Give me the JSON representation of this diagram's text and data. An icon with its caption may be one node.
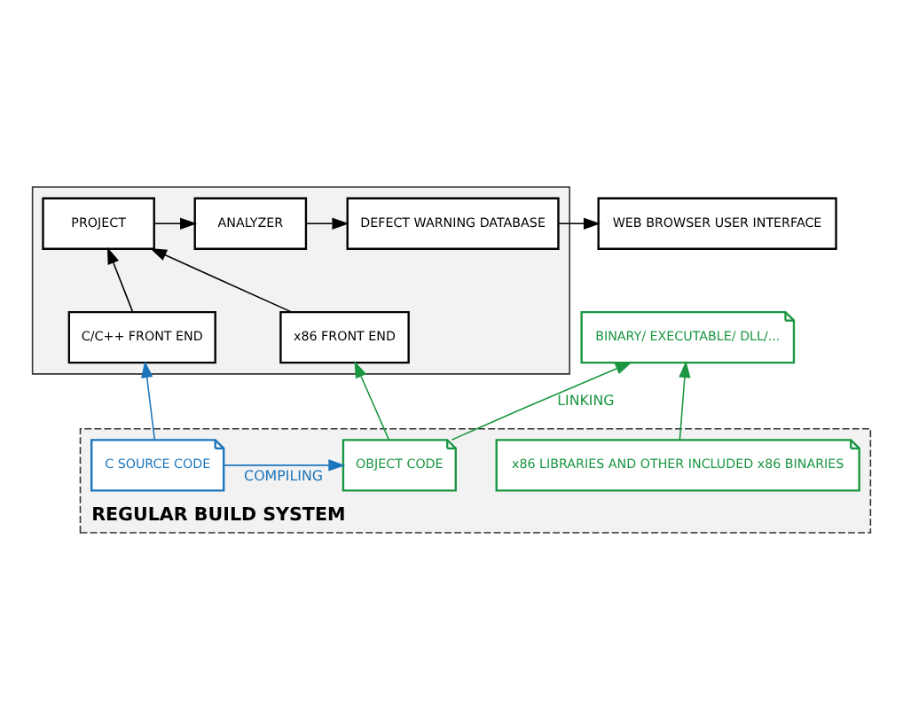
{
  "diagram": {
    "nodes": [
      {
        "text": [],
        "shape": "box"
      },
      {
        "text": [
          "PROJECT"
        ],
        "in": 0
      },
      {
        "text": [
          "ANALYZER"
        ],
        "in": 0
      },
      {
        "text": [
          "DEFECT WARNING DATABASE"
        ],
        "in": 0
      },
      {
        "text": [
          "WEB BROWSER USER INTERFACE"
        ]
      },
      {
        "text": [
          "C/C++ FRONT END"
        ],
        "in": 0
      },
      {
        "text": [
          "x86 FRONT END"
        ],
        "in": 0
      },
      {
        "text": [
          "REGULAR BUILD SYSTEM"
        ]
      },
      {
        "text": [
          "C SOURCE CODE"
        ],
        "in": 7
      },
      {
        "text": [
          "OBJECT CODE"
        ],
        "in": 7
      },
      {
        "text": [
          "BINARY/ EXECUTABLE/ DLL/..."
        ]
      },
      {
        "text": [
          "x86 LIBRARIES AND OTHER INCLUDED x86 BINARIES"
        ],
        "in": 7
      }
    ],
    "edges": [
      {
        "from": 1,
        "to": 2,
        "arrow": "to"
      },
      {
        "from": 2,
        "to": 3,
        "arrow": "to"
      },
      {
        "from": 3,
        "to": 4,
        "arrow": "to"
      },
      {
        "from": 5,
        "to": 1,
        "arrow": "to"
      },
      {
        "from": 6,
        "to": 1,
        "arrow": "to"
      },
      {
        "from": 8,
        "to": 5,
        "arrow": "to",
        "color": "#1b75bc"
      },
      {
        "from": 9,
        "to": 6,
        "arrow": "to",
        "color": "#1a9641"
      },
      {
        "from": 8,
        "to": 9,
        "arrow": "to",
        "label": "COMPILING",
        "color": "#1b75bc"
      },
      {
        "from": 9,
        "to": 10,
        "arrow": "to",
        "label": "LINKING",
        "color": "#1a9641"
      },
      {
        "from": 11,
        "to": 10,
        "arrow": "to",
        "color": "#1a9641"
      }
    ]
  }
}
